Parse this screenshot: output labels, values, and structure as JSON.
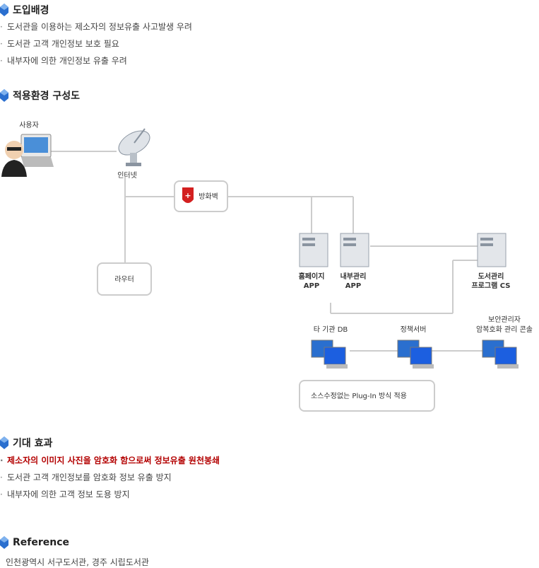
{
  "sections": {
    "background": {
      "title": "도입배경",
      "items": [
        "도서관을 이용하는 제소자의 정보유출 사고발생 우려",
        "도서관 고객 개인정보 보호 필요",
        "내부자에 의한 개인정보 유출 우려"
      ]
    },
    "environment": {
      "title": "적용환경 구성도"
    },
    "effects": {
      "title": "기대 효과",
      "items": [
        "제소자의 이미지 사진을 암호화 함으로써 정보유출 원천봉쇄",
        "도서관 고객 개인정보를 암호화 정보 유출 방지",
        "내부자에 의한 고객 정보 도용 방지"
      ]
    },
    "reference": {
      "title": "Reference",
      "text": "인천광역시 서구도서관, 경주 시립도서관"
    }
  },
  "diagram": {
    "user": "사용자",
    "internet": "인터넷",
    "firewall": "방화벽",
    "router": "라우터",
    "homepage_app": [
      "홈페이지",
      "APP"
    ],
    "internal_app": [
      "내부관리",
      "APP"
    ],
    "library_cs": [
      "도서관리",
      "프로그램 CS"
    ],
    "other_db": "타 기관 DB",
    "policy_server": "정책서버",
    "security_console": [
      "보안관리자",
      "암복호화 관리 콘솔"
    ],
    "note": "소스수정없는 Plug-In 방식 적용"
  },
  "colors": {
    "accent": "#2a6fcf",
    "highlight": "#b30000",
    "line": "#cccccc"
  }
}
